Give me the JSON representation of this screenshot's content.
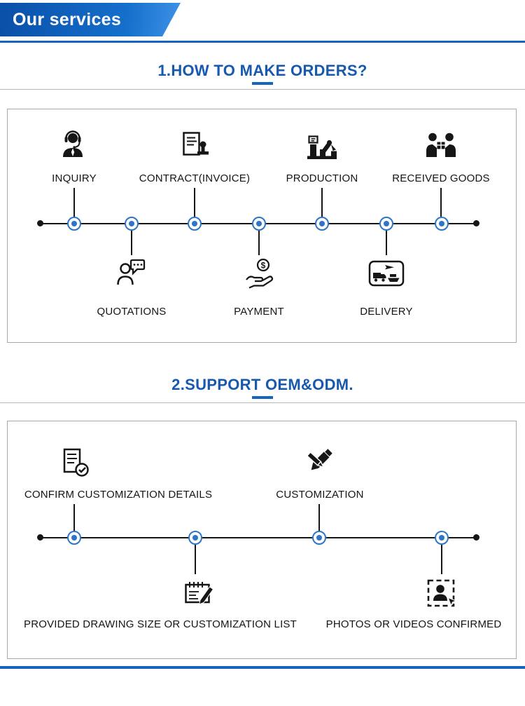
{
  "banner": {
    "title": "Our services"
  },
  "sections": [
    {
      "title": "1.HOW TO MAKE ORDERS?",
      "top_items": [
        {
          "label": "INQUIRY",
          "icon": "headset-agent-icon"
        },
        {
          "label": "CONTRACT(INVOICE)",
          "icon": "contract-stamp-icon"
        },
        {
          "label": "PRODUCTION",
          "icon": "production-machine-icon"
        },
        {
          "label": "RECEIVED GOODS",
          "icon": "received-goods-icon"
        }
      ],
      "bottom_items": [
        {
          "label": "QUOTATIONS",
          "icon": "quotation-chat-icon"
        },
        {
          "label": "PAYMENT",
          "icon": "payment-hand-coin-icon"
        },
        {
          "label": "DELIVERY",
          "icon": "delivery-transport-icon"
        }
      ]
    },
    {
      "title": "2.SUPPORT OEM&ODM.",
      "top_items": [
        {
          "label": "CONFIRM CUSTOMIZATION DETAILS",
          "icon": "confirm-details-icon"
        },
        {
          "label": "CUSTOMIZATION",
          "icon": "customization-tools-icon"
        }
      ],
      "bottom_items": [
        {
          "label": "PROVIDED DRAWING SIZE OR CUSTOMIZATION LIST",
          "icon": "drawing-list-icon"
        },
        {
          "label": "PHOTOS OR VIDEOS CONFIRMED",
          "icon": "photos-videos-icon"
        }
      ]
    }
  ],
  "colors": {
    "accent_blue": "#1565c0",
    "node_blue": "#2e75c6",
    "line_dark": "#161616",
    "banner_blue_dark": "#0a4fa8",
    "banner_blue_light": "#3f92e6"
  }
}
